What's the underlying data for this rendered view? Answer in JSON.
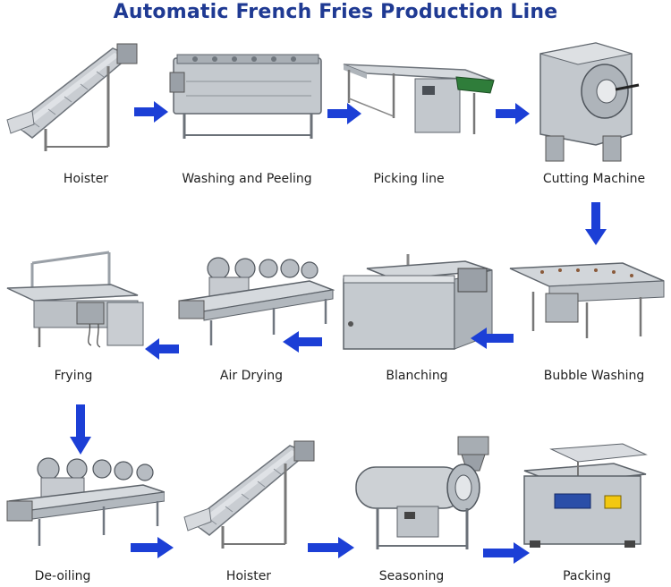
{
  "title": "Automatic French Fries Production Line",
  "steps": [
    {
      "label": "Hoister",
      "icon": "hoister-machine-icon"
    },
    {
      "label": "Washing and Peeling",
      "icon": "washing-peeling-machine-icon"
    },
    {
      "label": "Picking line",
      "icon": "picking-line-machine-icon"
    },
    {
      "label": "Cutting Machine",
      "icon": "cutting-machine-icon"
    },
    {
      "label": "Bubble Washing",
      "icon": "bubble-washing-machine-icon"
    },
    {
      "label": "Blanching",
      "icon": "blanching-machine-icon"
    },
    {
      "label": "Air Drying",
      "icon": "air-drying-machine-icon"
    },
    {
      "label": "Frying",
      "icon": "frying-machine-icon"
    },
    {
      "label": "De-oiling",
      "icon": "de-oiling-machine-icon"
    },
    {
      "label": "Hoister",
      "icon": "hoister-machine-icon"
    },
    {
      "label": "Seasoning",
      "icon": "seasoning-machine-icon"
    },
    {
      "label": "Packing",
      "icon": "packing-machine-icon"
    }
  ],
  "colors": {
    "title": "#1f3a93",
    "arrow": "#1c3fd6",
    "steel": "#b9bec4"
  }
}
